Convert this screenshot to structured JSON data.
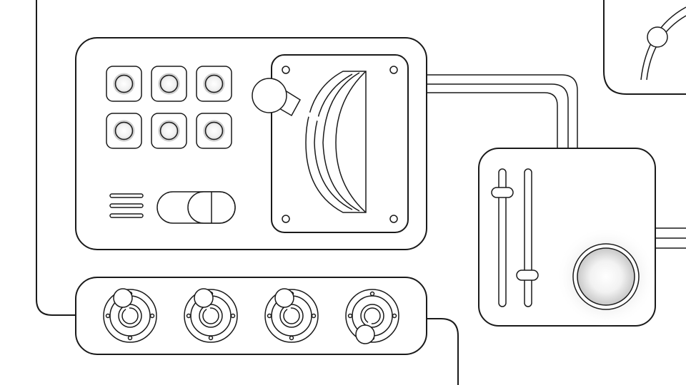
{
  "illustration": {
    "colors": {
      "stroke": "#1a1a1a",
      "fill": "#ffffff",
      "glow": "#d9d9d9"
    },
    "button_grid": {
      "rows": 2,
      "cols": 3
    },
    "toggle_switch": {
      "state": "on"
    },
    "joysticks": {
      "count": 4
    },
    "sliders": [
      {
        "name": "left-fader",
        "level": 0.75
      },
      {
        "name": "right-fader",
        "level": 0.2
      }
    ]
  }
}
